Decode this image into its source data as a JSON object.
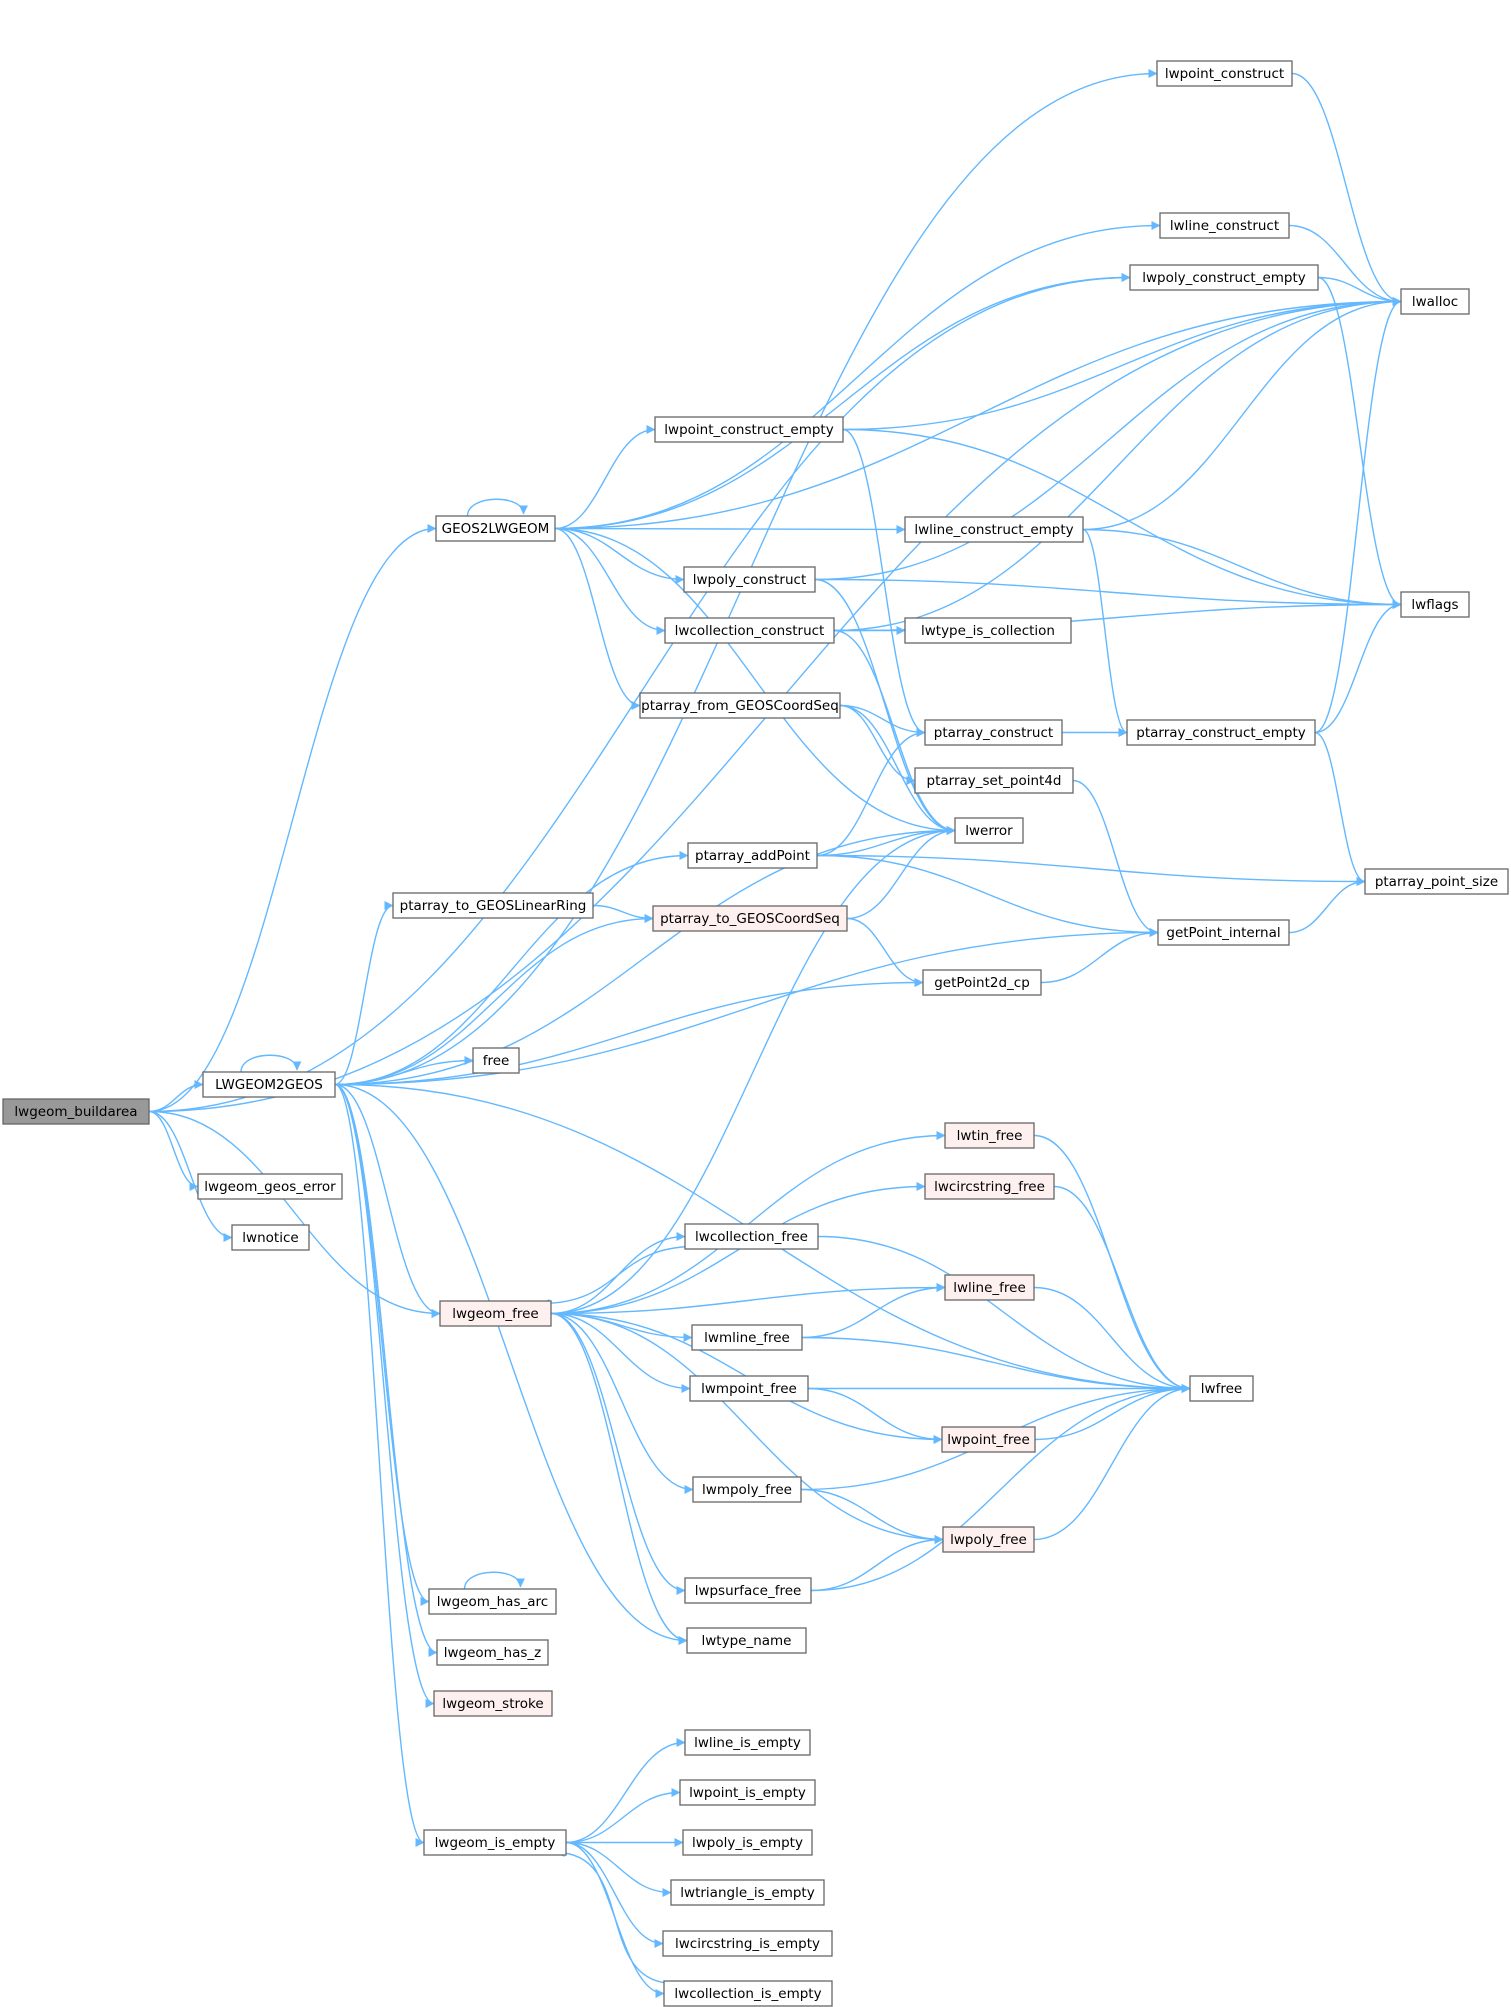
{
  "colors": {
    "edge": "#63b8ff",
    "node_fill": "#ffffff",
    "node_border": "#666666",
    "root_fill": "#999999",
    "root_border": "#666666",
    "truncated_fill": "#fff0f0",
    "truncated_border": "#ff0000",
    "text": "#000000"
  },
  "nodes": [
    {
      "id": "lwgeom_buildarea",
      "label": "lwgeom_buildarea",
      "style": "root"
    },
    {
      "id": "LWGEOM2GEOS",
      "label": "LWGEOM2GEOS",
      "style": "normal"
    },
    {
      "id": "lwgeom_geos_error",
      "label": "lwgeom_geos_error",
      "style": "normal"
    },
    {
      "id": "lwnotice",
      "label": "lwnotice",
      "style": "normal"
    },
    {
      "id": "GEOS2LWGEOM",
      "label": "GEOS2LWGEOM",
      "style": "normal"
    },
    {
      "id": "lwpoint_construct",
      "label": "lwpoint_construct",
      "style": "normal"
    },
    {
      "id": "lwline_construct",
      "label": "lwline_construct",
      "style": "normal"
    },
    {
      "id": "lwpoly_construct_empty",
      "label": "lwpoly_construct_empty",
      "style": "normal"
    },
    {
      "id": "lwalloc",
      "label": "lwalloc",
      "style": "normal"
    },
    {
      "id": "lwpoint_construct_empty",
      "label": "lwpoint_construct_empty",
      "style": "normal"
    },
    {
      "id": "lwline_construct_empty",
      "label": "lwline_construct_empty",
      "style": "normal"
    },
    {
      "id": "lwpoly_construct",
      "label": "lwpoly_construct",
      "style": "normal"
    },
    {
      "id": "lwflags",
      "label": "lwflags",
      "style": "normal"
    },
    {
      "id": "lwcollection_construct",
      "label": "lwcollection_construct",
      "style": "normal"
    },
    {
      "id": "lwtype_is_collection",
      "label": "lwtype_is_collection",
      "style": "normal"
    },
    {
      "id": "ptarray_from_GEOSCoordSeq",
      "label": "ptarray_from_GEOSCoordSeq",
      "style": "normal"
    },
    {
      "id": "ptarray_construct",
      "label": "ptarray_construct",
      "style": "normal"
    },
    {
      "id": "ptarray_construct_empty",
      "label": "ptarray_construct_empty",
      "style": "normal"
    },
    {
      "id": "ptarray_set_point4d",
      "label": "ptarray_set_point4d",
      "style": "normal"
    },
    {
      "id": "lwerror",
      "label": "lwerror",
      "style": "normal"
    },
    {
      "id": "ptarray_addPoint",
      "label": "ptarray_addPoint",
      "style": "normal"
    },
    {
      "id": "ptarray_point_size",
      "label": "ptarray_point_size",
      "style": "normal"
    },
    {
      "id": "ptarray_to_GEOSLinearRing",
      "label": "ptarray_to_GEOSLinearRing",
      "style": "normal"
    },
    {
      "id": "ptarray_to_GEOSCoordSeq",
      "label": "ptarray_to_GEOSCoordSeq",
      "style": "truncated"
    },
    {
      "id": "getPoint_internal",
      "label": "getPoint_internal",
      "style": "normal"
    },
    {
      "id": "getPoint2d_cp",
      "label": "getPoint2d_cp",
      "style": "normal"
    },
    {
      "id": "free",
      "label": "free",
      "style": "normal"
    },
    {
      "id": "lwtin_free",
      "label": "lwtin_free",
      "style": "truncated"
    },
    {
      "id": "lwcircstring_free",
      "label": "lwcircstring_free",
      "style": "truncated"
    },
    {
      "id": "lwcollection_free",
      "label": "lwcollection_free",
      "style": "normal"
    },
    {
      "id": "lwgeom_free",
      "label": "lwgeom_free",
      "style": "truncated"
    },
    {
      "id": "lwline_free",
      "label": "lwline_free",
      "style": "truncated"
    },
    {
      "id": "lwmline_free",
      "label": "lwmline_free",
      "style": "normal"
    },
    {
      "id": "lwfree",
      "label": "lwfree",
      "style": "normal"
    },
    {
      "id": "lwmpoint_free",
      "label": "lwmpoint_free",
      "style": "normal"
    },
    {
      "id": "lwpoint_free",
      "label": "lwpoint_free",
      "style": "truncated"
    },
    {
      "id": "lwmpoly_free",
      "label": "lwmpoly_free",
      "style": "normal"
    },
    {
      "id": "lwpoly_free",
      "label": "lwpoly_free",
      "style": "truncated"
    },
    {
      "id": "lwpsurface_free",
      "label": "lwpsurface_free",
      "style": "normal"
    },
    {
      "id": "lwtype_name",
      "label": "lwtype_name",
      "style": "normal"
    },
    {
      "id": "lwgeom_has_arc",
      "label": "lwgeom_has_arc",
      "style": "normal"
    },
    {
      "id": "lwgeom_has_z",
      "label": "lwgeom_has_z",
      "style": "normal"
    },
    {
      "id": "lwgeom_stroke",
      "label": "lwgeom_stroke",
      "style": "truncated"
    },
    {
      "id": "lwgeom_is_empty",
      "label": "lwgeom_is_empty",
      "style": "normal"
    },
    {
      "id": "lwline_is_empty",
      "label": "lwline_is_empty",
      "style": "normal"
    },
    {
      "id": "lwpoint_is_empty",
      "label": "lwpoint_is_empty",
      "style": "normal"
    },
    {
      "id": "lwpoly_is_empty",
      "label": "lwpoly_is_empty",
      "style": "normal"
    },
    {
      "id": "lwtriangle_is_empty",
      "label": "lwtriangle_is_empty",
      "style": "normal"
    },
    {
      "id": "lwcircstring_is_empty",
      "label": "lwcircstring_is_empty",
      "style": "normal"
    },
    {
      "id": "lwcollection_is_empty",
      "label": "lwcollection_is_empty",
      "style": "normal"
    }
  ],
  "edges": [
    [
      "lwgeom_buildarea",
      "LWGEOM2GEOS"
    ],
    [
      "lwgeom_buildarea",
      "lwgeom_geos_error"
    ],
    [
      "lwgeom_buildarea",
      "lwnotice"
    ],
    [
      "lwgeom_buildarea",
      "GEOS2LWGEOM"
    ],
    [
      "lwgeom_buildarea",
      "lwalloc"
    ],
    [
      "lwgeom_buildarea",
      "lwpoly_construct_empty"
    ],
    [
      "lwgeom_buildarea",
      "lwgeom_free"
    ],
    [
      "LWGEOM2GEOS",
      "LWGEOM2GEOS"
    ],
    [
      "LWGEOM2GEOS",
      "lwpoint_construct"
    ],
    [
      "LWGEOM2GEOS",
      "lwerror"
    ],
    [
      "LWGEOM2GEOS",
      "ptarray_addPoint"
    ],
    [
      "LWGEOM2GEOS",
      "ptarray_to_GEOSLinearRing"
    ],
    [
      "LWGEOM2GEOS",
      "ptarray_to_GEOSCoordSeq"
    ],
    [
      "LWGEOM2GEOS",
      "getPoint2d_cp"
    ],
    [
      "LWGEOM2GEOS",
      "getPoint_internal"
    ],
    [
      "LWGEOM2GEOS",
      "free"
    ],
    [
      "LWGEOM2GEOS",
      "lwgeom_free"
    ],
    [
      "LWGEOM2GEOS",
      "lwgeom_has_arc"
    ],
    [
      "LWGEOM2GEOS",
      "lwgeom_has_z"
    ],
    [
      "LWGEOM2GEOS",
      "lwgeom_stroke"
    ],
    [
      "LWGEOM2GEOS",
      "lwgeom_is_empty"
    ],
    [
      "LWGEOM2GEOS",
      "lwtype_name"
    ],
    [
      "LWGEOM2GEOS",
      "lwfree"
    ],
    [
      "GEOS2LWGEOM",
      "GEOS2LWGEOM"
    ],
    [
      "GEOS2LWGEOM",
      "lwalloc"
    ],
    [
      "GEOS2LWGEOM",
      "lwline_construct"
    ],
    [
      "GEOS2LWGEOM",
      "lwpoly_construct_empty"
    ],
    [
      "GEOS2LWGEOM",
      "lwpoint_construct_empty"
    ],
    [
      "GEOS2LWGEOM",
      "lwline_construct_empty"
    ],
    [
      "GEOS2LWGEOM",
      "lwpoly_construct"
    ],
    [
      "GEOS2LWGEOM",
      "lwcollection_construct"
    ],
    [
      "GEOS2LWGEOM",
      "ptarray_from_GEOSCoordSeq"
    ],
    [
      "GEOS2LWGEOM",
      "lwerror"
    ],
    [
      "lwpoint_construct",
      "lwalloc"
    ],
    [
      "lwline_construct",
      "lwalloc"
    ],
    [
      "lwpoly_construct_empty",
      "lwalloc"
    ],
    [
      "lwpoly_construct_empty",
      "lwflags"
    ],
    [
      "lwpoint_construct_empty",
      "lwalloc"
    ],
    [
      "lwpoint_construct_empty",
      "lwflags"
    ],
    [
      "lwpoint_construct_empty",
      "ptarray_construct"
    ],
    [
      "lwline_construct_empty",
      "lwalloc"
    ],
    [
      "lwline_construct_empty",
      "lwflags"
    ],
    [
      "lwline_construct_empty",
      "ptarray_construct_empty"
    ],
    [
      "lwpoly_construct",
      "lwalloc"
    ],
    [
      "lwpoly_construct",
      "lwflags"
    ],
    [
      "lwpoly_construct",
      "lwerror"
    ],
    [
      "lwcollection_construct",
      "lwalloc"
    ],
    [
      "lwcollection_construct",
      "lwtype_is_collection"
    ],
    [
      "lwcollection_construct",
      "lwflags"
    ],
    [
      "lwcollection_construct",
      "lwerror"
    ],
    [
      "ptarray_from_GEOSCoordSeq",
      "ptarray_construct"
    ],
    [
      "ptarray_from_GEOSCoordSeq",
      "ptarray_set_point4d"
    ],
    [
      "ptarray_from_GEOSCoordSeq",
      "lwerror"
    ],
    [
      "ptarray_construct",
      "ptarray_construct_empty"
    ],
    [
      "ptarray_construct_empty",
      "lwalloc"
    ],
    [
      "ptarray_construct_empty",
      "lwflags"
    ],
    [
      "ptarray_construct_empty",
      "ptarray_point_size"
    ],
    [
      "ptarray_set_point4d",
      "getPoint_internal"
    ],
    [
      "ptarray_addPoint",
      "ptarray_construct"
    ],
    [
      "ptarray_addPoint",
      "lwerror"
    ],
    [
      "ptarray_addPoint",
      "ptarray_point_size"
    ],
    [
      "ptarray_addPoint",
      "getPoint_internal"
    ],
    [
      "ptarray_to_GEOSLinearRing",
      "ptarray_to_GEOSCoordSeq"
    ],
    [
      "ptarray_to_GEOSCoordSeq",
      "lwerror"
    ],
    [
      "ptarray_to_GEOSCoordSeq",
      "getPoint2d_cp"
    ],
    [
      "getPoint_internal",
      "ptarray_point_size"
    ],
    [
      "getPoint2d_cp",
      "getPoint_internal"
    ],
    [
      "lwgeom_free",
      "lwerror"
    ],
    [
      "lwgeom_free",
      "lwtin_free"
    ],
    [
      "lwgeom_free",
      "lwcircstring_free"
    ],
    [
      "lwgeom_free",
      "lwcollection_free"
    ],
    [
      "lwgeom_free",
      "lwline_free"
    ],
    [
      "lwgeom_free",
      "lwmline_free"
    ],
    [
      "lwgeom_free",
      "lwmpoint_free"
    ],
    [
      "lwgeom_free",
      "lwpoint_free"
    ],
    [
      "lwgeom_free",
      "lwmpoly_free"
    ],
    [
      "lwgeom_free",
      "lwpoly_free"
    ],
    [
      "lwgeom_free",
      "lwpsurface_free"
    ],
    [
      "lwgeom_free",
      "lwtype_name"
    ],
    [
      "lwcollection_free",
      "lwgeom_free"
    ],
    [
      "lwcollection_free",
      "lwfree"
    ],
    [
      "lwtin_free",
      "lwfree"
    ],
    [
      "lwcircstring_free",
      "lwfree"
    ],
    [
      "lwline_free",
      "lwfree"
    ],
    [
      "lwmline_free",
      "lwline_free"
    ],
    [
      "lwmline_free",
      "lwfree"
    ],
    [
      "lwmpoint_free",
      "lwfree"
    ],
    [
      "lwmpoint_free",
      "lwpoint_free"
    ],
    [
      "lwpoint_free",
      "lwfree"
    ],
    [
      "lwmpoly_free",
      "lwfree"
    ],
    [
      "lwmpoly_free",
      "lwpoly_free"
    ],
    [
      "lwpoly_free",
      "lwfree"
    ],
    [
      "lwpsurface_free",
      "lwpoly_free"
    ],
    [
      "lwpsurface_free",
      "lwfree"
    ],
    [
      "lwgeom_has_arc",
      "lwgeom_has_arc"
    ],
    [
      "lwgeom_is_empty",
      "lwline_is_empty"
    ],
    [
      "lwgeom_is_empty",
      "lwpoint_is_empty"
    ],
    [
      "lwgeom_is_empty",
      "lwpoly_is_empty"
    ],
    [
      "lwgeom_is_empty",
      "lwtriangle_is_empty"
    ],
    [
      "lwgeom_is_empty",
      "lwcircstring_is_empty"
    ],
    [
      "lwgeom_is_empty",
      "lwcollection_is_empty"
    ],
    [
      "lwcollection_is_empty",
      "lwgeom_is_empty"
    ]
  ]
}
